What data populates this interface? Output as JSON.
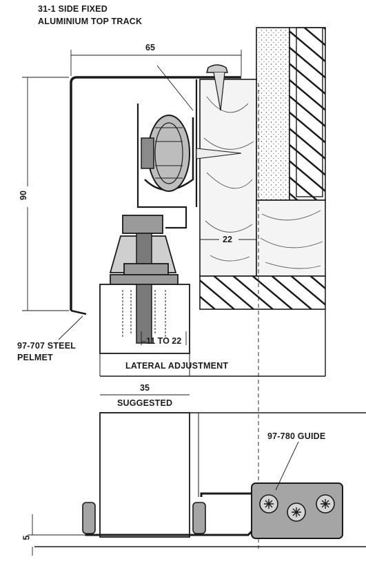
{
  "labels": {
    "top_track_line1": "31-1 SIDE FIXED",
    "top_track_line2": "ALUMINIUM TOP TRACK",
    "pelmet_line1": "97-707 STEEL",
    "pelmet_line2": "PELMET",
    "lateral_adjustment": "LATERAL ADJUSTMENT",
    "suggested": "SUGGESTED",
    "guide": "97-780 GUIDE"
  },
  "dimensions": {
    "track_width": "65",
    "pelmet_height": "90",
    "timber_depth": "22",
    "adjustment_range": "11 TO 22",
    "door_thickness": "35",
    "floor_clearance": "5"
  },
  "colors": {
    "line": "#1a1a1a",
    "hardware_fill": "#9a9a9a",
    "guide_fill": "#a5a5a5",
    "timber_fill": "#f4f4f4"
  }
}
